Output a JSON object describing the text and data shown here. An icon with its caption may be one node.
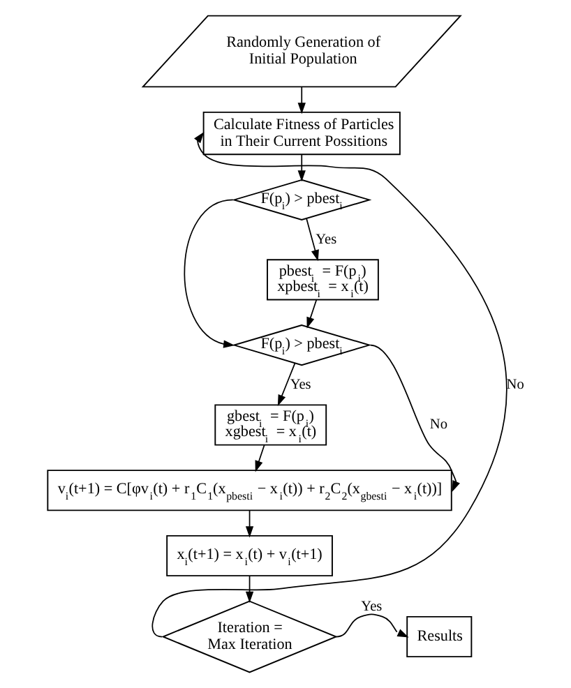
{
  "diagram": {
    "nodes": [
      {
        "text": [
          "Randomly Generation of Initial Population"
        ]
      },
      {
        "text": [
          "Calculate Fitness of Particles in Their Current Possitions"
        ]
      },
      {
        "text": [
          "F(p$_{i}$) > pbest$_{i}$"
        ]
      },
      {
        "text": [
          "pbest$_{i}$ = F(p$_{i}$)",
          "xpbest$_{i}$ = x$_{i}$(t)"
        ]
      },
      {
        "text": [
          "F(p$_{i}$) > pbest$_{i}$"
        ]
      },
      {
        "text": [
          "gbest$_{i}$ = F(p$_{i}$)",
          "xgbest$_{i}$ = x$_{i}$(t)"
        ]
      },
      {
        "text": [
          "v⃗$_{i}$(t+1) = C[φv⃗$_{i}$(t) + r$_{1}$C$_{1}$(x⃗$_{pbesti}$ − x$_{i}$(t)) + r$_{2}$C$_{2}$(x⃗$_{gbesti}$ − x⃗$_{i}$(t))]"
        ]
      },
      {
        "text": [
          "x$_{i}$(t+1) = x$_{i}$(t) + v$_{i}$(t+1)"
        ]
      },
      {
        "text": [
          "Iteration = Max Iteration"
        ]
      },
      {
        "text": [
          "Results"
        ]
      }
    ],
    "edges": [
      {
        "from": 0,
        "to": 1,
        "arrow": "to"
      },
      {
        "from": 1,
        "to": 2,
        "arrow": "to"
      },
      {
        "from": 2,
        "to": 3,
        "arrow": "to",
        "label": "Yes"
      },
      {
        "from": 2,
        "to": 4,
        "arrow": "to"
      },
      {
        "from": 3,
        "to": 4,
        "arrow": "to"
      },
      {
        "from": 4,
        "to": 5,
        "arrow": "to",
        "label": "Yes"
      },
      {
        "from": 4,
        "to": 6,
        "arrow": "to",
        "label": "No"
      },
      {
        "from": 5,
        "to": 6,
        "arrow": "to"
      },
      {
        "from": 6,
        "to": 7,
        "arrow": "to"
      },
      {
        "from": 7,
        "to": 8,
        "arrow": "to"
      },
      {
        "from": 8,
        "to": 1,
        "arrow": "to",
        "label": "No"
      },
      {
        "from": 8,
        "to": 9,
        "arrow": "to",
        "label": "Yes"
      }
    ]
  }
}
